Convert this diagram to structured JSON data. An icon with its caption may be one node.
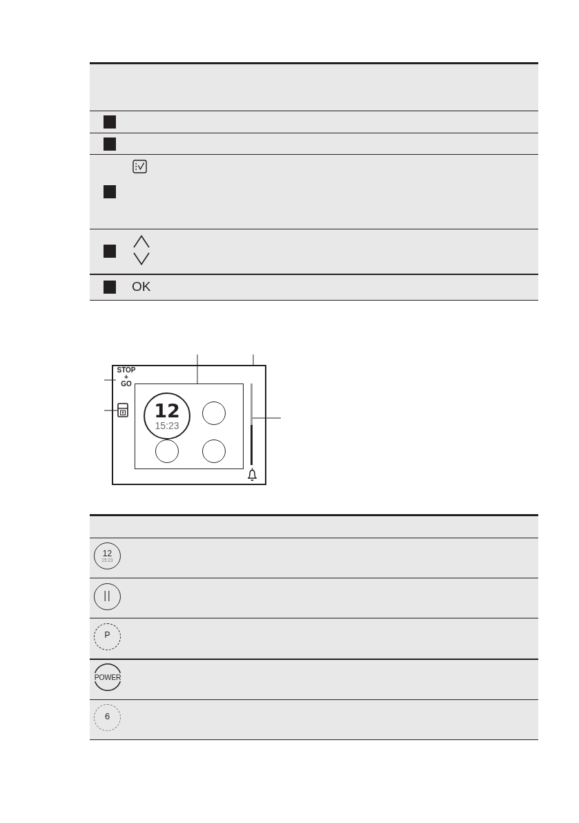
{
  "diagram": {
    "nodes": [
      {
        "text": [],
        "shape": "box"
      },
      {
        "text": [
          "STOP + GO"
        ],
        "in": 0
      },
      {
        "text": [],
        "shape": "picture",
        "in": 0
      },
      {
        "text": [],
        "shape": "box",
        "in": 0
      },
      {
        "text": [
          "12",
          "15:23"
        ],
        "in": 3
      },
      {
        "text": [],
        "shape": "circle",
        "in": 3
      },
      {
        "text": [],
        "shape": "circle",
        "in": 3
      },
      {
        "text": [],
        "shape": "circle",
        "in": 3
      },
      {
        "text": [],
        "shape": "bar",
        "in": 0
      },
      {
        "text": [
          "12",
          "15:23"
        ]
      },
      {
        "text": [],
        "shape": "circle"
      },
      {
        "text": [
          "P"
        ]
      },
      {
        "text": [
          "POWER"
        ]
      },
      {
        "text": [
          "6"
        ]
      }
    ],
    "edges": [
      {
        "from": null,
        "to": 1,
        "arrow": "none"
      },
      {
        "from": null,
        "to": 2,
        "arrow": "none"
      },
      {
        "from": null,
        "to": 3,
        "arrow": "none"
      },
      {
        "from": null,
        "to": 0,
        "arrow": "none"
      },
      {
        "from": null,
        "to": 8,
        "arrow": "none"
      }
    ],
    "labels": [
      "OK"
    ]
  }
}
